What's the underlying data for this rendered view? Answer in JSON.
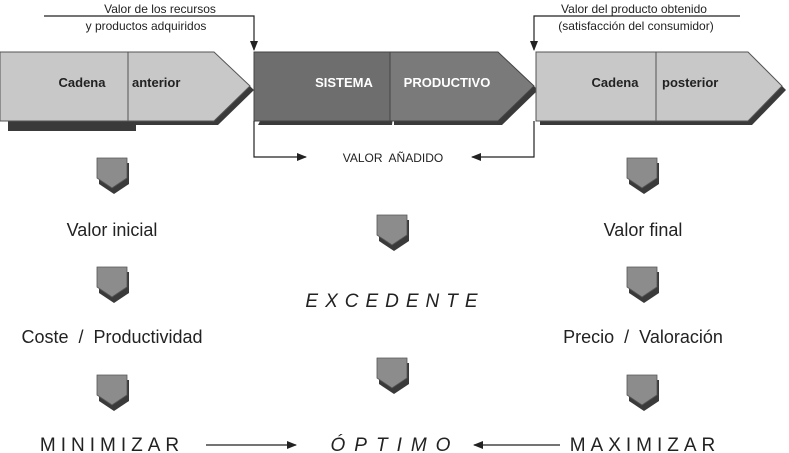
{
  "top_notes": {
    "left_line1": "Valor de los recursos",
    "left_line2": "y productos adquiridos",
    "right_line1": "Valor del producto obtenido",
    "right_line2": "(satisfacción del consumidor)"
  },
  "chain": {
    "left_a": "Cadena",
    "left_b": "anterior",
    "center_a": "SISTEMA",
    "center_b": "PRODUCTIVO",
    "right_a": "Cadena",
    "right_b": "posterior"
  },
  "value_added": "VALOR  AÑADIDO",
  "left_column": {
    "item1": "Valor inicial",
    "item2": "Coste  /  Productividad",
    "item3": "MINIMIZAR"
  },
  "center_column": {
    "item1": "EXCEDENTE",
    "item2": "ÓPTIMO"
  },
  "right_column": {
    "item1": "Valor final",
    "item2": "Precio  /  Valoración",
    "item3": "MAXIMIZAR"
  },
  "colors": {
    "light_block": "#c8c8c8",
    "dark_block": "#6e6e6e",
    "chevron": "#8c8c8c",
    "shadow": "#3a3a3a"
  }
}
